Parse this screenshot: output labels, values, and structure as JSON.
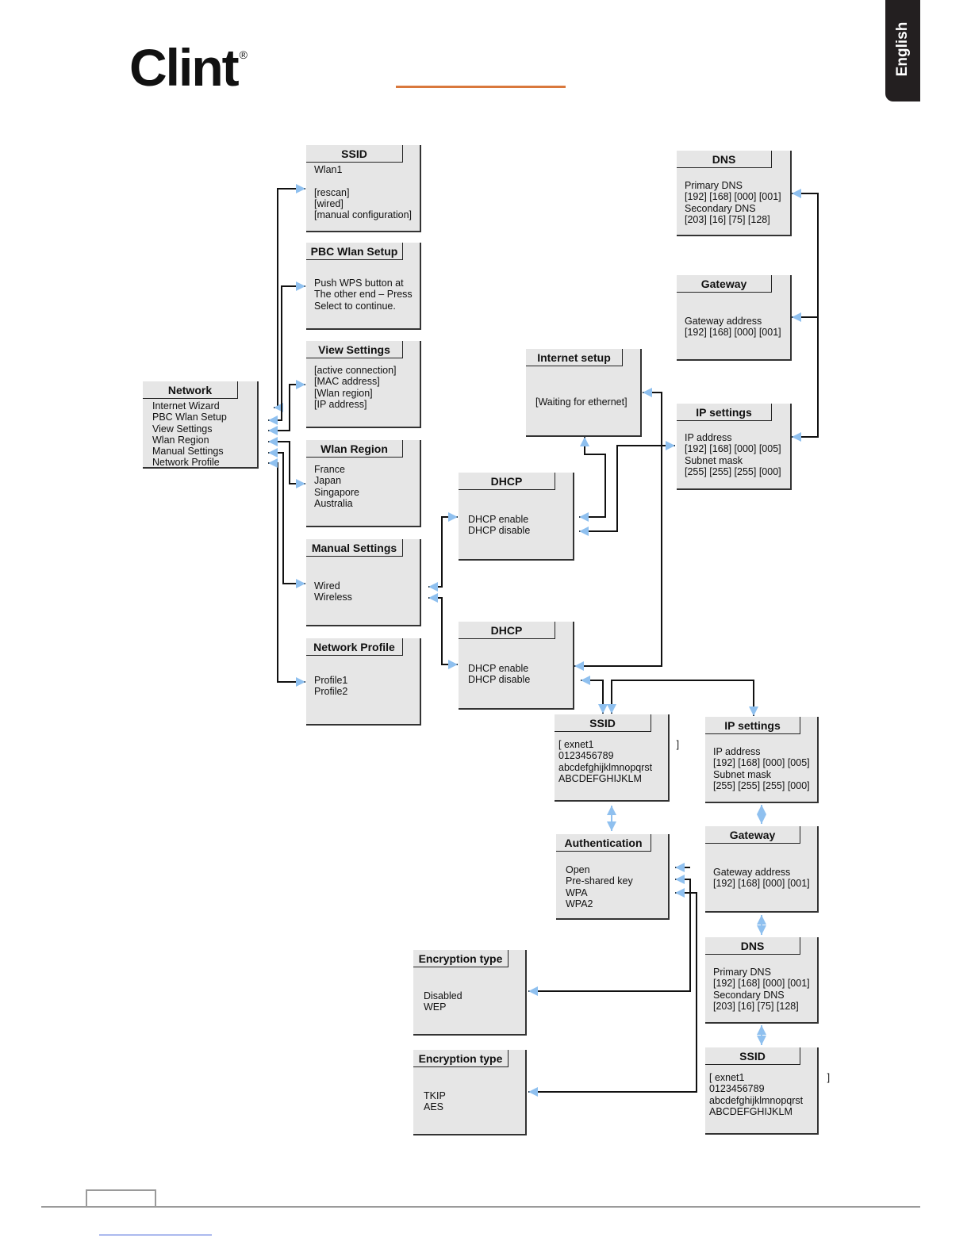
{
  "header": {
    "logo_text": "Clint",
    "logo_mark": "®",
    "language_tab": "English"
  },
  "colors": {
    "accent": "#d9783c",
    "box_fill": "#e6e6e6",
    "arrow": "#8fc0ef",
    "tab": "#231f20"
  },
  "boxes": {
    "network": {
      "title": "Network",
      "body": "Internet Wizard\nPBC Wlan Setup\nView Settings\nWlan Region\nManual Settings\nNetwork Profile"
    },
    "ssid_top": {
      "title": "SSID",
      "body": "Wlan1\n\n[rescan]\n[wired]\n[manual configuration]"
    },
    "pbc": {
      "title": "PBC Wlan Setup",
      "body": "Push WPS button at\nThe other end – Press\nSelect to continue."
    },
    "view_settings": {
      "title": "View Settings",
      "body": "[active connection]\n[MAC address]\n[Wlan region]\n[IP address]"
    },
    "wlan_region": {
      "title": "Wlan Region",
      "body": "France\nJapan\nSingapore\nAustralia"
    },
    "manual_settings": {
      "title": "Manual Settings",
      "body": "Wired\nWireless"
    },
    "network_profile": {
      "title": "Network Profile",
      "body": "Profile1\nProfile2"
    },
    "dhcp_wired": {
      "title": "DHCP",
      "body": "DHCP enable\nDHCP disable"
    },
    "dhcp_wireless": {
      "title": "DHCP",
      "body": "DHCP enable\nDHCP disable"
    },
    "internet_setup": {
      "title": "Internet setup",
      "body": "[Waiting for ethernet]"
    },
    "dns_top": {
      "title": "DNS",
      "body": "Primary DNS\n[192] [168] [000] [001]\nSecondary DNS\n[203] [16] [75] [128]"
    },
    "gateway_top": {
      "title": "Gateway",
      "body": "Gateway address\n[192] [168] [000] [001]"
    },
    "ip_top": {
      "title": "IP settings",
      "body": "IP address\n[192] [168] [000] [005]\nSubnet mask\n[255] [255] [255] [000]"
    },
    "ssid_mid": {
      "title": "SSID",
      "body": "[ exnet1                              ]\n0123456789\nabcdefghijklmnopqrst\nABCDEFGHIJKLM"
    },
    "ip_mid": {
      "title": "IP settings",
      "body": "IP address\n[192] [168] [000] [005]\nSubnet mask\n[255] [255] [255] [000]"
    },
    "authentication": {
      "title": "Authentication",
      "body": "Open\nPre-shared key\nWPA\nWPA2"
    },
    "gateway_mid": {
      "title": "Gateway",
      "body": "Gateway address\n[192] [168] [000] [001]"
    },
    "encryption_1": {
      "title": "Encryption type",
      "body": "Disabled\nWEP"
    },
    "dns_mid": {
      "title": "DNS",
      "body": "Primary DNS\n[192] [168] [000] [001]\nSecondary DNS\n[203] [16] [75] [128]"
    },
    "encryption_2": {
      "title": "Encryption type",
      "body": "TKIP\nAES"
    },
    "ssid_bottom": {
      "title": "SSID",
      "body": "[ exnet1                              ]\n0123456789\nabcdefghijklmnopqrst\nABCDEFGHIJKLM"
    }
  }
}
